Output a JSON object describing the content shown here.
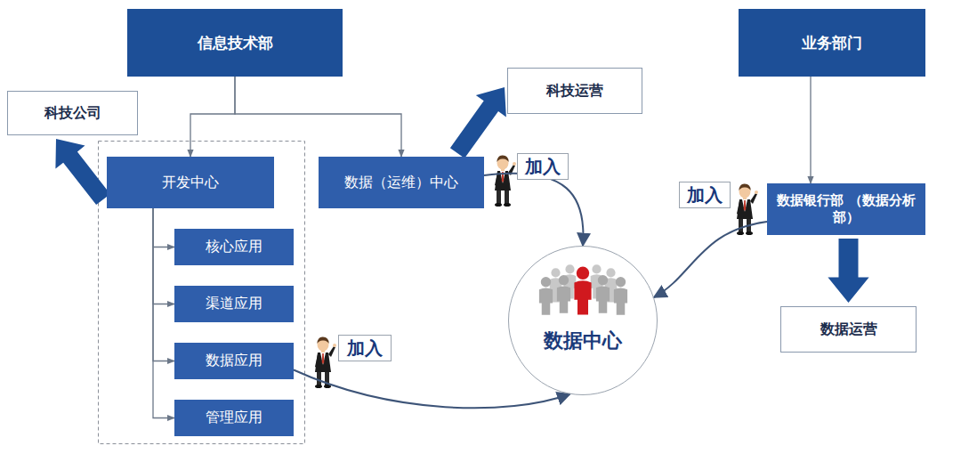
{
  "diagram": {
    "nodes": [
      {
        "text": [
          "信息技术部"
        ]
      },
      {
        "text": [
          "科技公司"
        ]
      },
      {
        "text": [
          "开发中心"
        ]
      },
      {
        "text": [
          "核心应用"
        ]
      },
      {
        "text": [
          "渠道应用"
        ]
      },
      {
        "text": [
          "数据应用"
        ]
      },
      {
        "text": [
          "管理应用"
        ]
      },
      {
        "text": [
          "数据（运维）中心"
        ]
      },
      {
        "text": [
          "科技运营"
        ]
      },
      {
        "text": [
          "数据中心"
        ]
      },
      {
        "text": [
          "业务部门"
        ]
      },
      {
        "text": [
          "数据银行部 （数据分析部）"
        ]
      },
      {
        "text": [
          "数据运营"
        ]
      }
    ],
    "edges": [
      {
        "from": 0,
        "to": 2,
        "arrow": "to"
      },
      {
        "from": 0,
        "to": 7,
        "arrow": "to"
      },
      {
        "from": 2,
        "to": 1,
        "arrow": "to"
      },
      {
        "from": 2,
        "to": 3,
        "arrow": "to"
      },
      {
        "from": 2,
        "to": 4,
        "arrow": "to"
      },
      {
        "from": 2,
        "to": 5,
        "arrow": "to"
      },
      {
        "from": 2,
        "to": 6,
        "arrow": "to"
      },
      {
        "from": 7,
        "to": 8,
        "arrow": "to"
      },
      {
        "from": 7,
        "to": 9,
        "arrow": "to"
      },
      {
        "from": 5,
        "to": 9,
        "arrow": "to"
      },
      {
        "from": 10,
        "to": 11,
        "arrow": "to"
      },
      {
        "from": 11,
        "to": 9,
        "arrow": "to"
      },
      {
        "from": 11,
        "to": 12,
        "arrow": "to"
      }
    ],
    "labels": [
      "加入",
      "加入",
      "加入"
    ]
  }
}
